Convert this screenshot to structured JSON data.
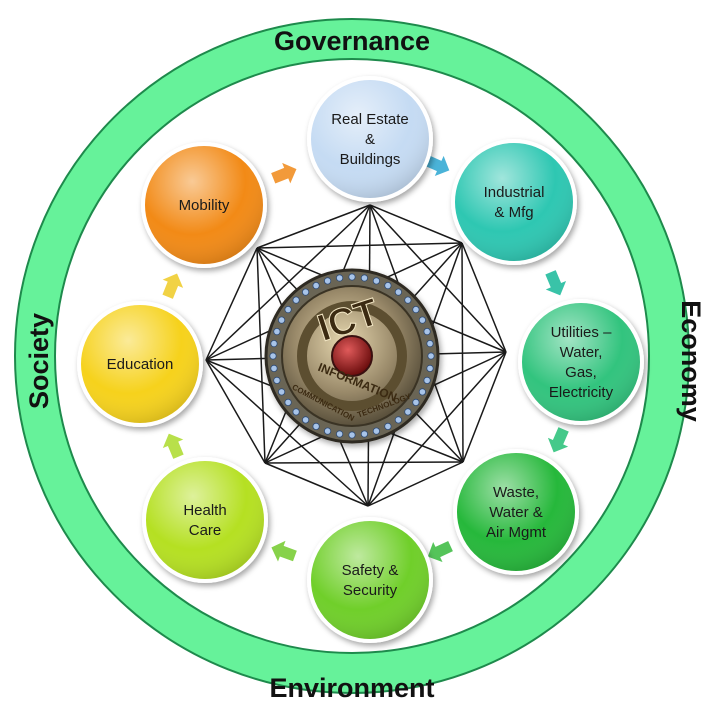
{
  "ring_labels": {
    "top": "Governance",
    "bottom": "Environment",
    "left": "Society",
    "right": "Economy"
  },
  "hub": {
    "title": "ICT",
    "line1": "INFORMATION",
    "line2": "COMMUNICATION",
    "line3": "TECHNOLOGY"
  },
  "colors": {
    "ring": "#66f29a",
    "ring_stroke": "#1e8a4c",
    "mesh_line": "#1a1a1a"
  },
  "nodes": [
    {
      "lines": [
        "Real Estate",
        "&",
        "Buildings"
      ],
      "color": "#c5dbf3"
    },
    {
      "lines": [
        "Industrial",
        "& Mfg"
      ],
      "color": "#2ec7b2"
    },
    {
      "lines": [
        "Utilities –",
        "Water,",
        "Gas,",
        "Electricity"
      ],
      "color": "#33c47e"
    },
    {
      "lines": [
        "Waste,",
        "Water &",
        "Air Mgmt"
      ],
      "color": "#26b83a"
    },
    {
      "lines": [
        "Safety &",
        "Security"
      ],
      "color": "#6fcf2c"
    },
    {
      "lines": [
        "Health",
        "Care"
      ],
      "color": "#b5e021"
    },
    {
      "lines": [
        "Education"
      ],
      "color": "#f6d21f"
    },
    {
      "lines": [
        "Mobility"
      ],
      "color": "#f28a17"
    }
  ],
  "arrow_colors": [
    "#4ab3d8",
    "#39c3a8",
    "#45c98a",
    "#55c45a",
    "#87d24a",
    "#b8e04a",
    "#f1d245",
    "#f29a3a"
  ]
}
